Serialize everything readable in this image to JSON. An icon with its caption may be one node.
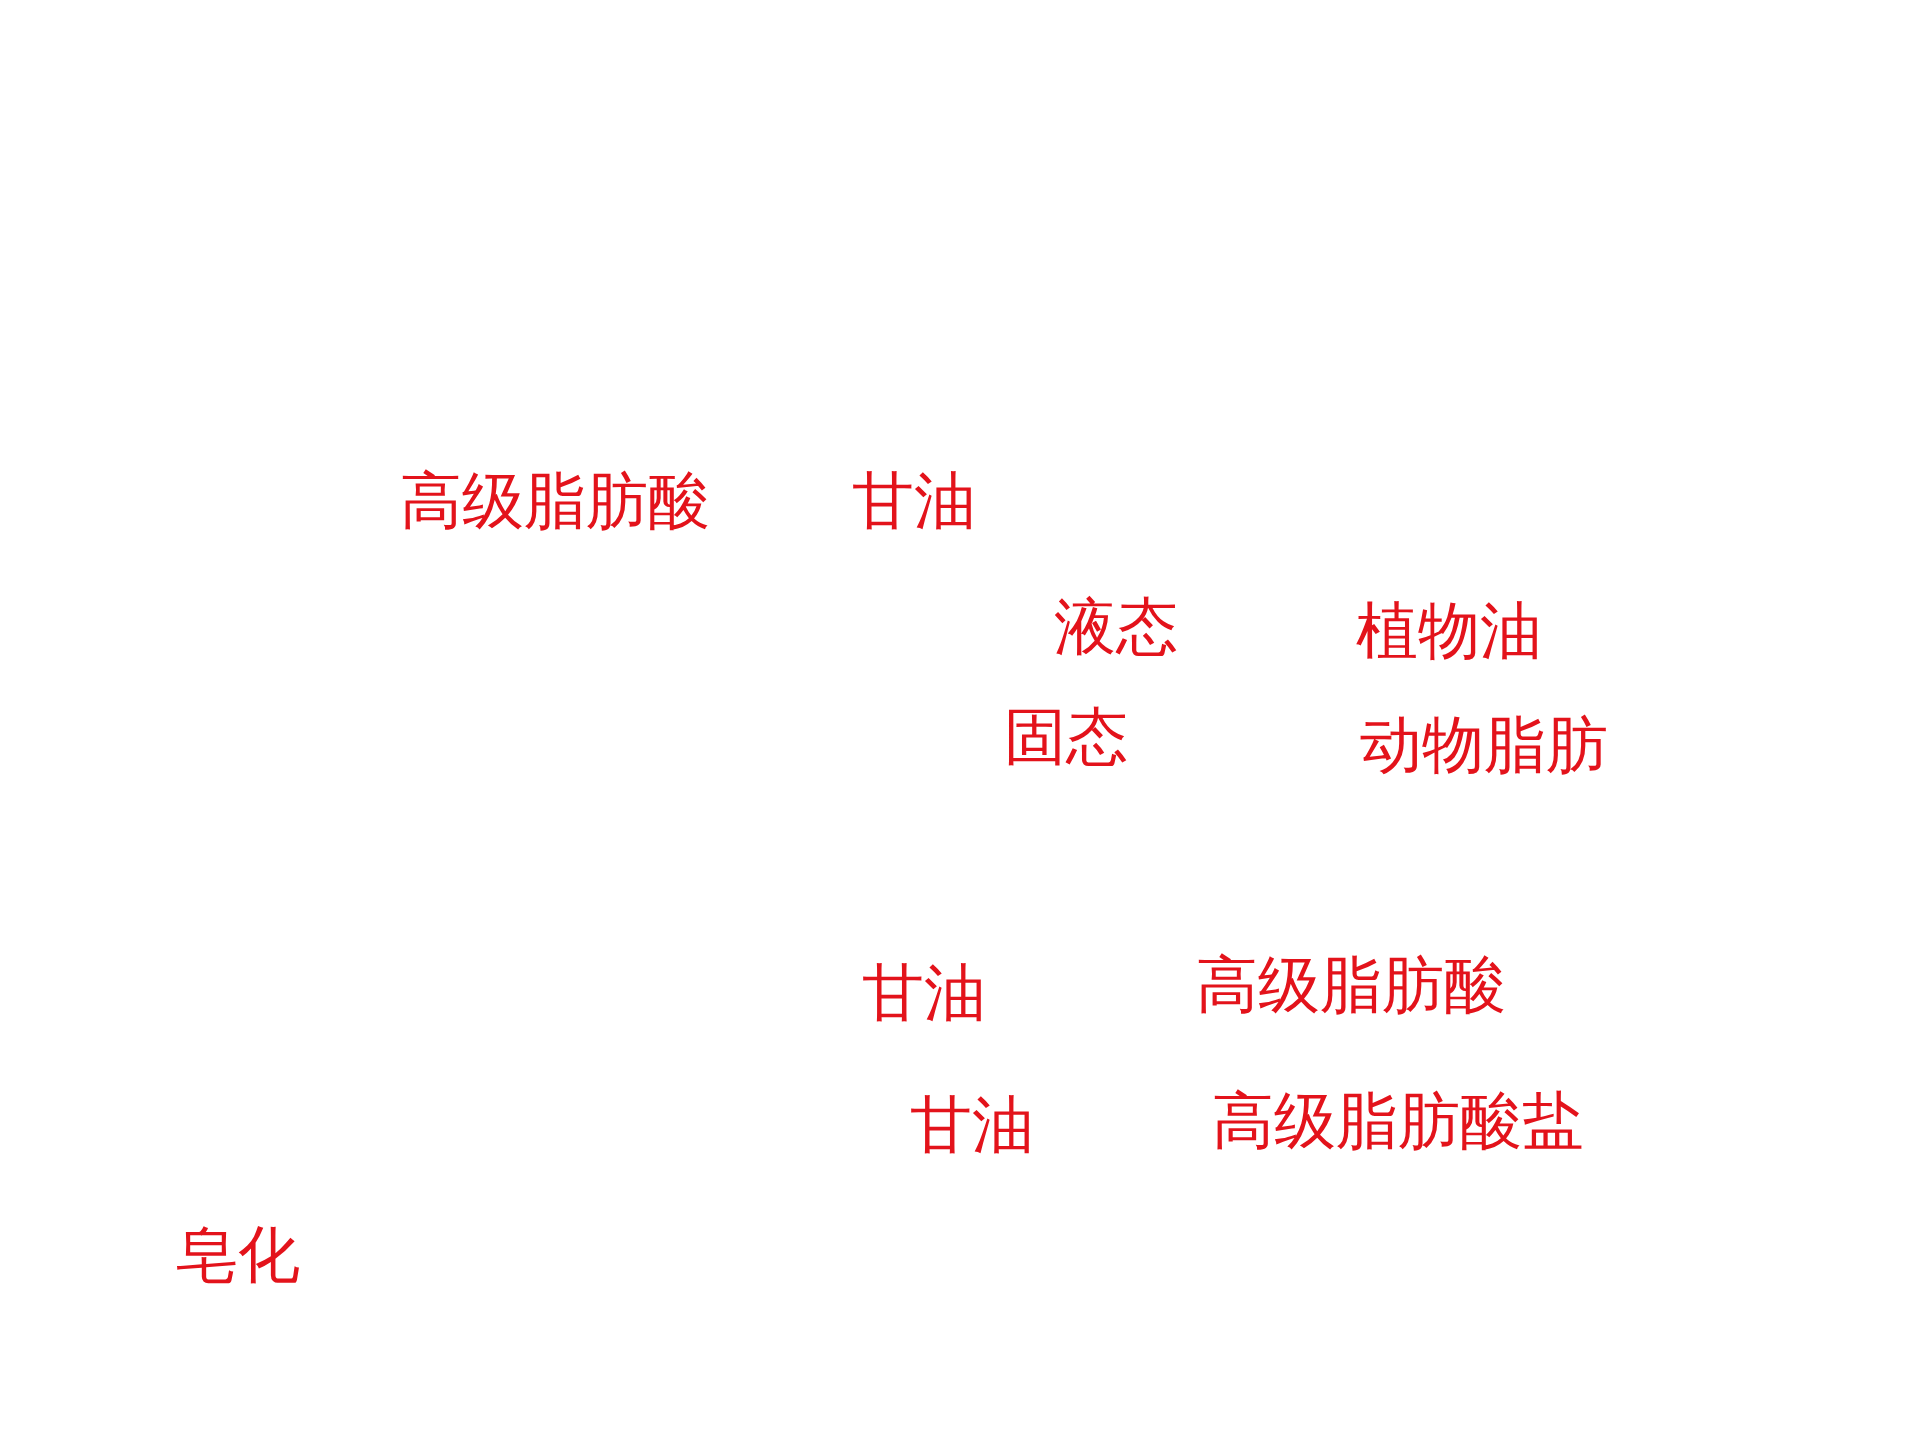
{
  "diagram": {
    "labels": [
      "高级脂肪酸",
      "甘油",
      "液态",
      "植物油",
      "固态",
      "动物脂肪",
      "甘油",
      "高级脂肪酸",
      "甘油",
      "高级脂肪酸盐",
      "皂化"
    ]
  }
}
